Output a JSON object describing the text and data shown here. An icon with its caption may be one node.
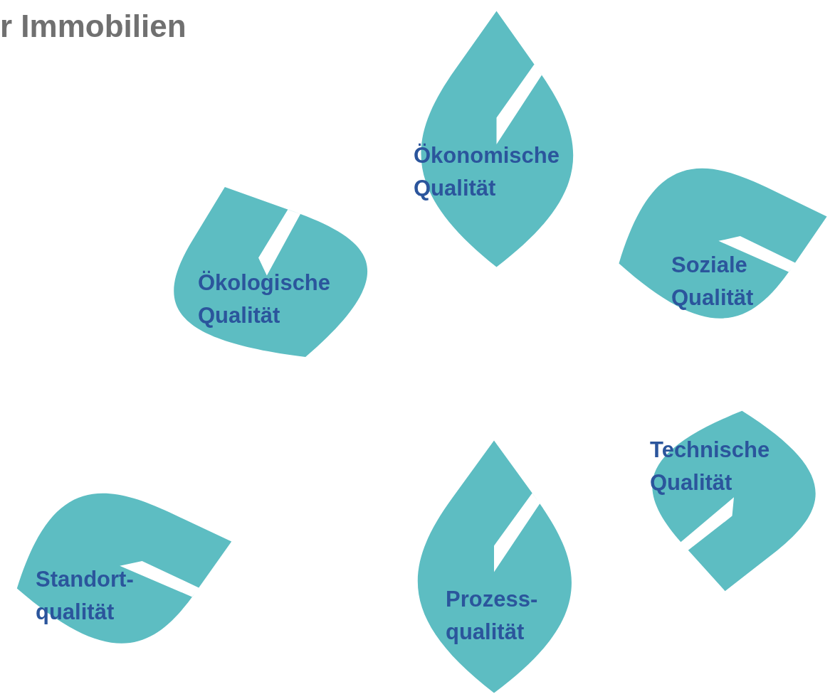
{
  "diagram": {
    "title": "r Immobilien",
    "nodes": [
      {
        "text": [
          "Ökonomische Qualität"
        ]
      },
      {
        "text": [
          "Ökologische Qualität"
        ]
      },
      {
        "text": [
          "Soziale Qualität"
        ]
      },
      {
        "text": [
          "Technische Qualität"
        ]
      },
      {
        "text": [
          "Standort- qualität"
        ]
      },
      {
        "text": [
          "Prozess- qualität"
        ]
      }
    ]
  }
}
